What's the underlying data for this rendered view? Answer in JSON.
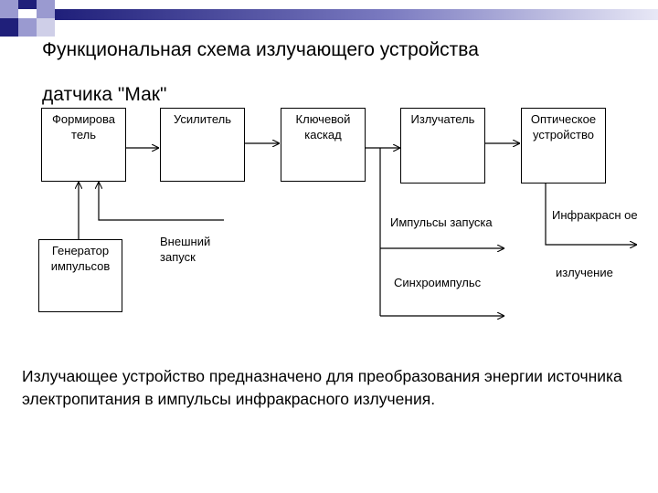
{
  "header": {
    "decor_colors": [
      "#1f1f7a",
      "#9a9ad0"
    ]
  },
  "title": {
    "line1": "Функциональная схема излучающего устройства",
    "line2": "датчика \"Мак\""
  },
  "diagram": {
    "blocks": {
      "former": "Формирова тель",
      "amplifier": "Усилитель",
      "key_stage": "Ключевой каскад",
      "emitter": "Излучатель",
      "optical": "Оптическое устройство",
      "generator": "Генератор импульсов"
    },
    "labels": {
      "external_trigger": "Внешний запуск",
      "trigger_pulses": "Импульсы запуска",
      "sync_pulse": "Синхроимпульс",
      "infrared_1": "Инфракрасн ое",
      "infrared_2": "излучение"
    }
  },
  "caption": "Излучающее устройство предназначено для преобразования энергии источника электропитания в импульсы инфракрасного излучения."
}
